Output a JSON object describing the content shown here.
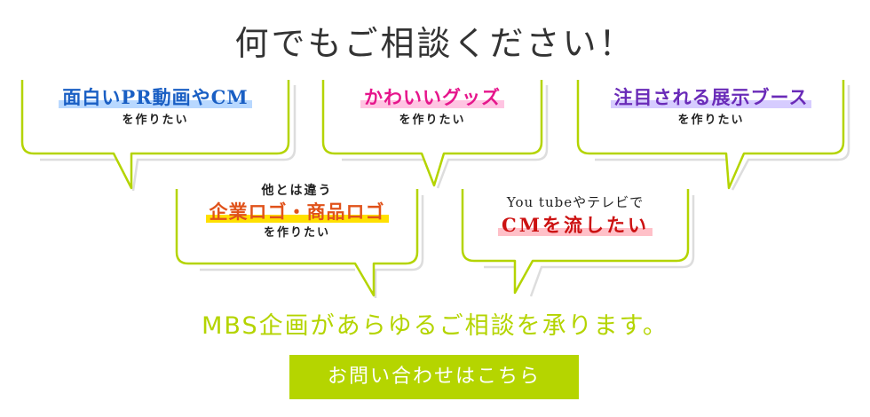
{
  "header": {
    "title": "何でもご相談ください！"
  },
  "bubbles": [
    {
      "headline": "面白いPR動画やCM",
      "suffix": "を作りたい",
      "text_color": "#1a5fc4",
      "highlight_color": "#b8d8ff"
    },
    {
      "headline": "かわいいグッズ",
      "suffix": "を作りたい",
      "text_color": "#e6168c",
      "highlight_color": "#ffc4e2"
    },
    {
      "headline": "注目される展示ブース",
      "suffix": "を作りたい",
      "text_color": "#6a2bb8",
      "highlight_color": "#d6ccff"
    },
    {
      "prefix": "他とは違う",
      "headline": "企業ロゴ・商品ロゴ",
      "suffix": "を作りたい",
      "text_color": "#e0521a",
      "highlight_color": "#ffe000"
    },
    {
      "prefix": "You tubeやテレビで",
      "headline": "CMを流したい",
      "text_color": "#cc1111",
      "highlight_color": "#ffc0c8"
    }
  ],
  "tagline": "MBS企画があらゆるご相談を承ります。",
  "cta": {
    "label": "お問い合わせはこちら",
    "color": "#b5d500"
  },
  "colors": {
    "bubble_border": "#b4d400",
    "bubble_shadow": "#dddddd",
    "title": "#333333"
  }
}
